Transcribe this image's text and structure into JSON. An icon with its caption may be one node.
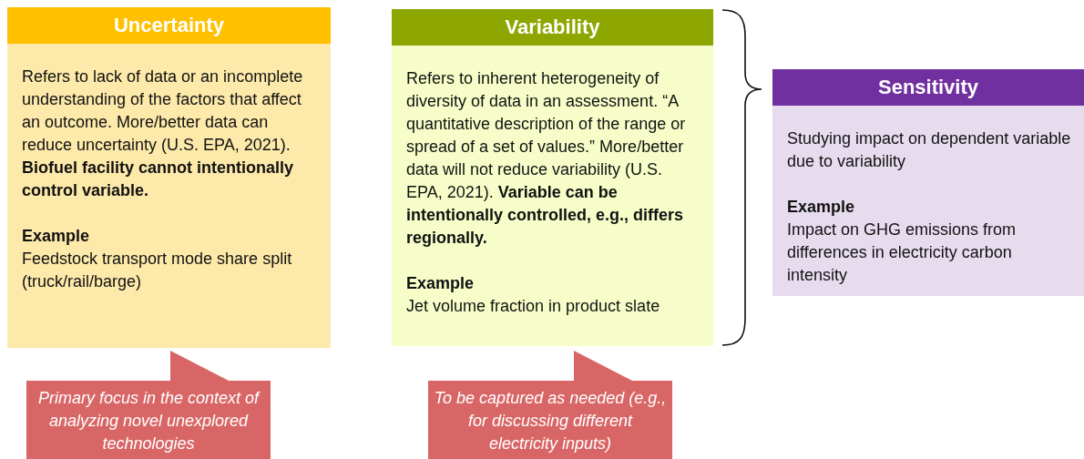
{
  "diagram": {
    "nodes": [
      {
        "text": [
          "Uncertainty",
          "Refers to lack of data or an incomplete understanding of the factors that affect an outcome. More/better data can reduce uncertainty (U.S. EPA, 2021). **Biofuel facility cannot intentionally control variable.**",
          "Example",
          "Feedstock transport mode share split (truck/rail/barge)"
        ]
      },
      {
        "text": [
          "Primary focus in the context of analyzing novel unexplored technologies"
        ]
      },
      {
        "text": [
          "Variability",
          "Refers to inherent heterogeneity of diversity of data in an assessment. “A quantitative description of the range or spread of a set of values.” More/better data will not reduce variability (U.S. EPA, 2021). **Variable can be intentionally controlled, e.g., differs regionally.**",
          "Example",
          "Jet volume fraction in product slate"
        ]
      },
      {
        "text": [
          "To be captured as needed (e.g., for discussing different electricity inputs)"
        ]
      },
      {
        "text": [
          "Sensitivity",
          "Studying impact on dependent variable due to variability",
          "Example",
          "Impact on GHG emissions from differences in electricity carbon intensity"
        ]
      }
    ]
  }
}
